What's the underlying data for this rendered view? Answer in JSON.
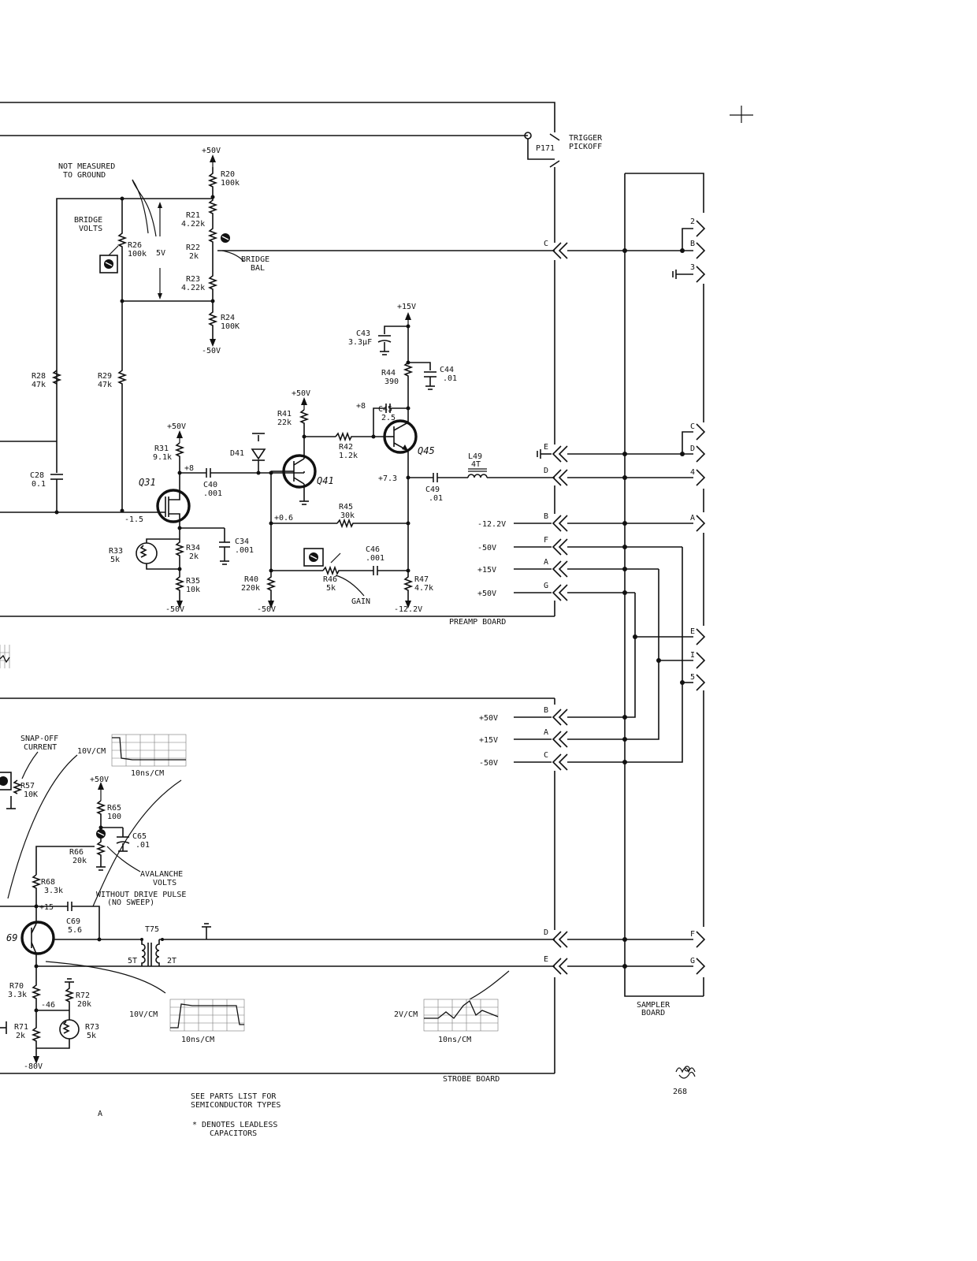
{
  "boards": {
    "preamp": "PREAMP BOARD",
    "strobe": "STROBE BOARD",
    "sampler": [
      "SAMPLER",
      "BOARD"
    ]
  },
  "trigger": {
    "connector": "P171",
    "label": [
      "TRIGGER",
      "PICKOFF"
    ]
  },
  "annotations": {
    "not_measured": [
      "NOT  MEASURED",
      "TO  GROUND"
    ],
    "bridge_volts": [
      "BRIDGE",
      "VOLTS"
    ],
    "bridge_bal": [
      "BRIDGE",
      "BAL"
    ],
    "five_v": "5V",
    "gain": "GAIN",
    "snap_off": [
      "SNAP-OFF",
      "CURRENT"
    ],
    "avalanche": [
      "AVALANCHE",
      "VOLTS"
    ],
    "without_drive": [
      "WITHOUT  DRIVE  PULSE",
      "(NO  SWEEP)"
    ],
    "see_parts": [
      "SEE  PARTS  LIST  FOR",
      "SEMICONDUCTOR  TYPES"
    ],
    "leadless": [
      "*  DENOTES  LEADLESS",
      "CAPACITORS"
    ],
    "corner_letter": "A",
    "page_number": "268"
  },
  "supply_labels": {
    "p50": "+50V",
    "m50": "-50V",
    "p15": "+15V",
    "m80": "-80V",
    "m12": "-12.2V"
  },
  "node_voltages": {
    "q31_source": "-1.5",
    "q31_drain": "+8",
    "q41_emitter": "+0.6",
    "q45_collector": "+8",
    "q45_emitter": "+7.3",
    "q69_collector": "+15",
    "q69_emitter": "-46"
  },
  "transistors": {
    "q31": "Q31",
    "q41": "Q41",
    "q45": "Q45",
    "q69": "69"
  },
  "components": {
    "r20": [
      "R20",
      "100k"
    ],
    "r21": [
      "R21",
      "4.22k"
    ],
    "r22": [
      "R22",
      "2k"
    ],
    "r23": [
      "R23",
      "4.22k"
    ],
    "r24": [
      "R24",
      "100K"
    ],
    "r26": [
      "R26",
      "100k"
    ],
    "r28": [
      "R28",
      "47k"
    ],
    "r29": [
      "R29",
      "47k"
    ],
    "r31": [
      "R31",
      "9.1k"
    ],
    "r33": [
      "R33",
      "5k"
    ],
    "r34": [
      "R34",
      "2k"
    ],
    "r35": [
      "R35",
      "10k"
    ],
    "r40": [
      "R40",
      "220k"
    ],
    "r41": [
      "R41",
      "22k"
    ],
    "r42": [
      "R42",
      "1.2k"
    ],
    "r44": [
      "R44",
      "390"
    ],
    "r45": [
      "R45",
      "30k"
    ],
    "r46": [
      "R46",
      "5k"
    ],
    "r47": [
      "R47",
      "4.7k"
    ],
    "r57": [
      "R57",
      "10K"
    ],
    "r65": [
      "R65",
      "100"
    ],
    "r66": [
      "R66",
      "20k"
    ],
    "r68": [
      "R68",
      "3.3k"
    ],
    "r70": [
      "R70",
      "3.3k"
    ],
    "r71": [
      "R71",
      "2k"
    ],
    "r72": [
      "R72",
      "20k"
    ],
    "r73": [
      "R73",
      "5k"
    ],
    "c28": [
      "C28",
      "0.1"
    ],
    "c34": [
      "C34",
      ".001"
    ],
    "c40": [
      "C40",
      ".001"
    ],
    "c43": [
      "C43",
      "3.3μF"
    ],
    "c44": [
      "C44",
      ".01"
    ],
    "c45": [
      "C45",
      "2.5"
    ],
    "c46": [
      "C46",
      ".001"
    ],
    "c49": [
      "C49",
      ".01"
    ],
    "c65": [
      "C65",
      ".01"
    ],
    "c69": [
      "C69",
      "5.6"
    ],
    "l49": [
      "L49",
      "4T"
    ],
    "d41": "D41",
    "t75": "T75",
    "t75_pri": "5T",
    "t75_sec": "2T"
  },
  "waveforms": [
    {
      "vscale": "10V/CM",
      "hscale": "10ns/CM"
    },
    {
      "vscale": "10V/CM",
      "hscale": "10ns/CM"
    },
    {
      "vscale": "2V/CM",
      "hscale": "10ns/CM"
    }
  ],
  "preamp_connectors": [
    {
      "pin": "C"
    },
    {
      "pin": "E"
    },
    {
      "pin": "D"
    },
    {
      "pin": "B",
      "supply": "-12.2V"
    },
    {
      "pin": "F",
      "supply": "-50V"
    },
    {
      "pin": "A",
      "supply": "+15V"
    },
    {
      "pin": "G",
      "supply": "+50V"
    }
  ],
  "strobe_connectors": [
    {
      "pin": "B",
      "supply": "+50V"
    },
    {
      "pin": "A",
      "supply": "+15V"
    },
    {
      "pin": "C",
      "supply": "-50V"
    },
    {
      "pin": "D"
    },
    {
      "pin": "E"
    }
  ],
  "sampler_pins": [
    "2",
    "B",
    "3",
    "C",
    "D",
    "4",
    "A",
    "E",
    "I",
    "5",
    "F",
    "G"
  ]
}
